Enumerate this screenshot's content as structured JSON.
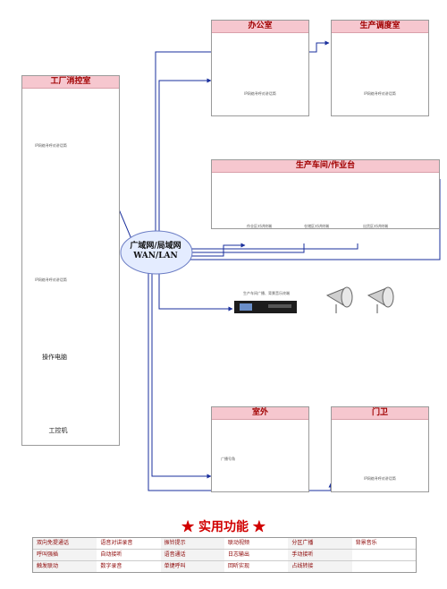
{
  "boxes": {
    "factory_control": "工厂消控室",
    "office": "办公室",
    "dispatch": "生产调度室",
    "workshop": "生产车间/作业台",
    "outdoor": "室外",
    "gate": "门卫"
  },
  "cloud": {
    "line1": "广域网/局域网",
    "line2": "WAN/LAN"
  },
  "labels": {
    "ip_console": "IP网络寻呼对讲话筒",
    "operator_pc": "操作电脑",
    "ipc": "工控机",
    "terminal_1": "作业区对讲终端",
    "terminal_2": "仓储区对讲终端",
    "terminal_3": "出货区对讲终端",
    "amp": "生产车间广播、背景音乐终端",
    "outdoor_speaker": "广播号角",
    "alarm_title": "工业双向报警系统"
  },
  "functions": {
    "title": "实用功能",
    "rows": [
      [
        "双向免提通话",
        "语音对讲录音",
        "振铃提示",
        "联动视频",
        "分区广播",
        "背景音乐"
      ],
      [
        "呼叫强插",
        "自动接听",
        "语音通话",
        "日志输出",
        "手动接听",
        ""
      ],
      [
        "触发联动",
        "数字录音",
        "单键呼叫",
        "回听实现",
        "占线转接",
        ""
      ]
    ]
  },
  "colors": {
    "box_title_bg": "#f6c7cf",
    "box_title_text": "#a00000",
    "line": "#1a2f9c",
    "terminal": "#f39a1c",
    "accent": "#d10000"
  }
}
